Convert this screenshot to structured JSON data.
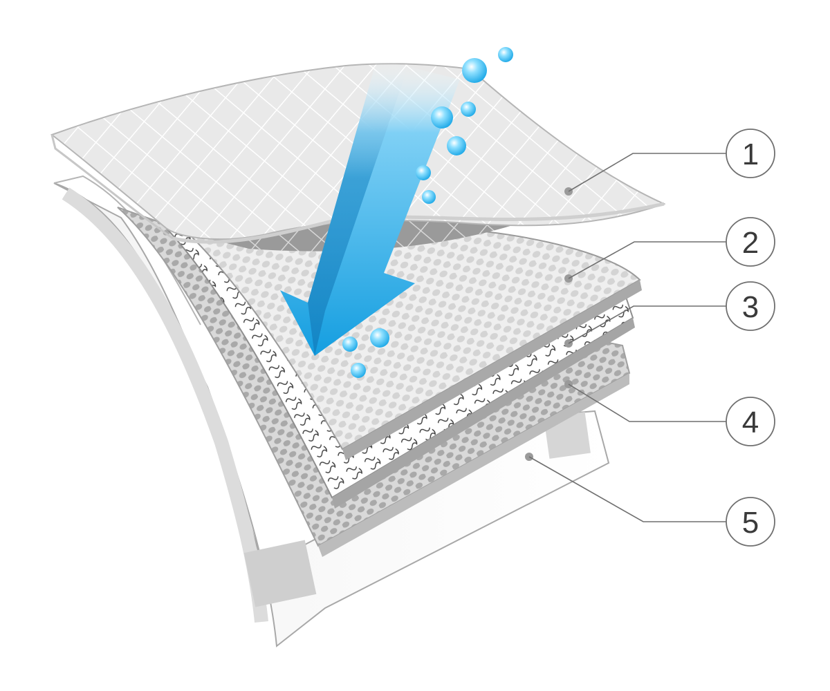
{
  "callouts": [
    {
      "label": "1"
    },
    {
      "label": "2"
    },
    {
      "label": "3"
    },
    {
      "label": "4"
    },
    {
      "label": "5"
    }
  ],
  "colors": {
    "background": "#ffffff",
    "arrow": "#1aa3e3",
    "arrow_light": "#8fd4f3",
    "layer_edge": "#9a9a9a",
    "pattern": "#bdbdbd",
    "leader_line": "#6a6a6a",
    "circle_stroke": "#6f6f6f"
  },
  "icons": {
    "arrow": "arrow-down-left-icon",
    "droplet": "water-droplet-icon"
  }
}
